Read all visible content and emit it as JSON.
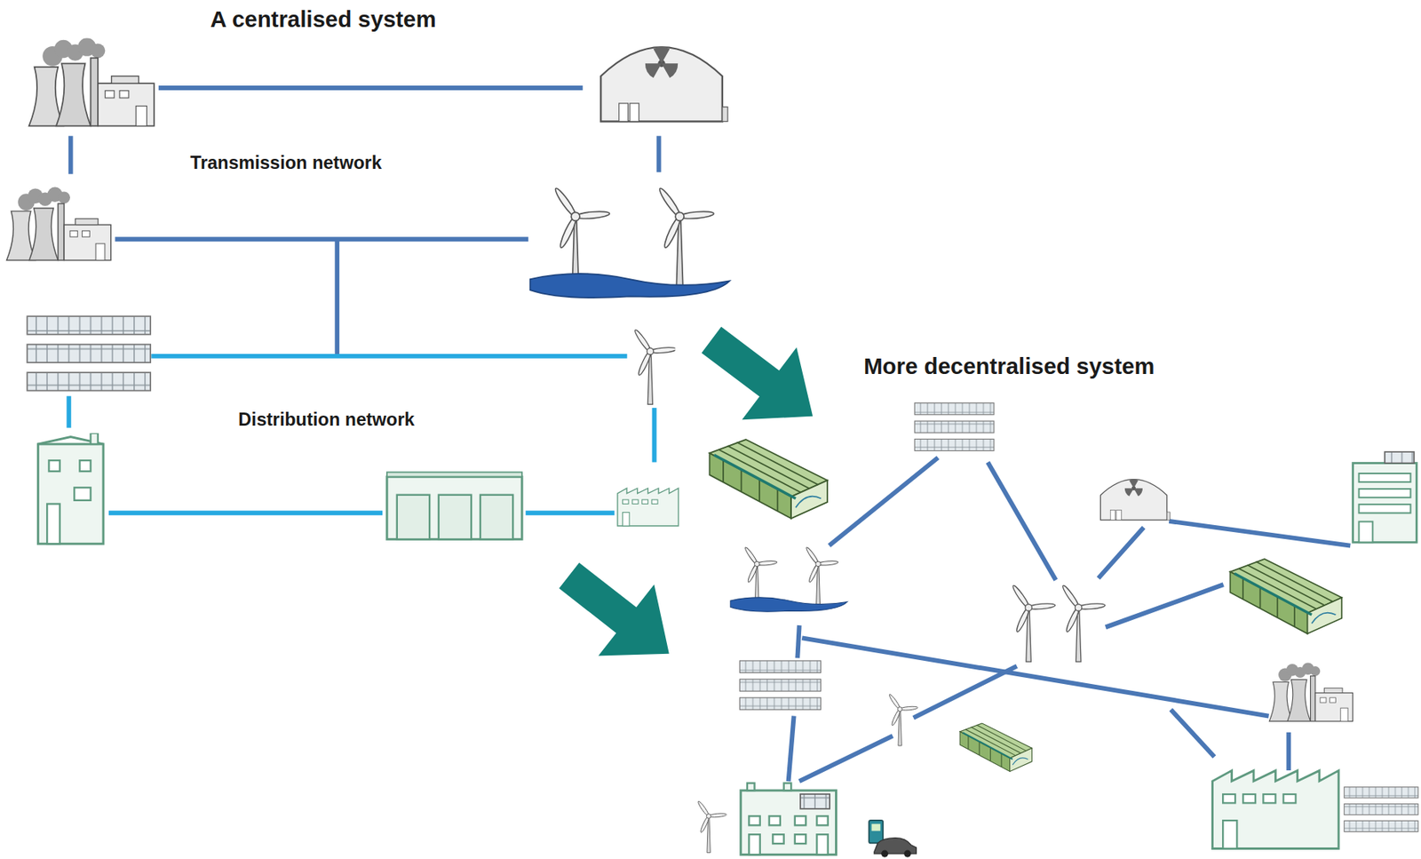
{
  "diagram": {
    "title": "A centralised system",
    "labels": [
      "Transmission network",
      "Distribution network",
      "More decentralised system"
    ]
  }
}
